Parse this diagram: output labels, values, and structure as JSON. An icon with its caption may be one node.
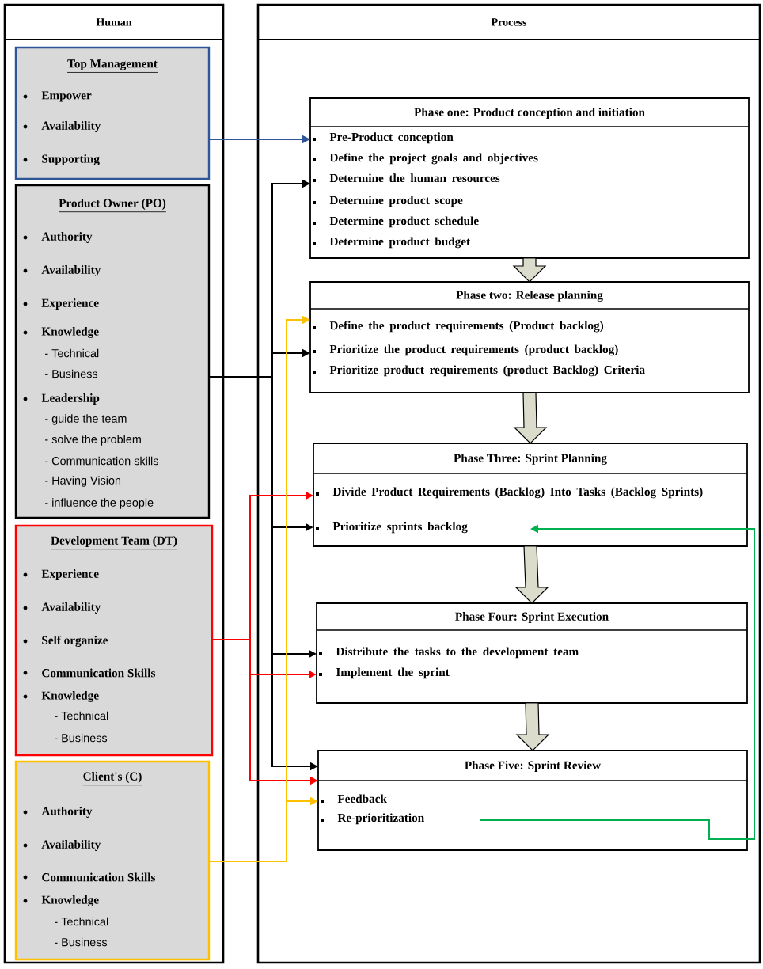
{
  "diagram": {
    "nodes": [
      {
        "text": [
          "Human"
        ]
      },
      {
        "text": [
          "Top Management",
          "Empower",
          "Availability",
          "Supporting"
        ],
        "in": 0
      },
      {
        "text": [
          "Product Owner (PO)",
          "Authority",
          "Availability",
          "Experience",
          "Knowledge",
          "- Technical",
          "- Business",
          "Leadership",
          "- guide the team",
          "- solve the problem",
          "- Communication skills",
          "- Having Vision",
          "- influence the people"
        ],
        "in": 0
      },
      {
        "text": [
          "Development Team  (DT)",
          "Experience",
          "Availability",
          "Self organize",
          "Communication Skills",
          "Knowledge",
          "- Technical",
          "- Business"
        ],
        "in": 0
      },
      {
        "text": [
          "Client's (C)",
          "Authority",
          "Availability",
          "Communication Skills",
          "Knowledge",
          "- Technical",
          "- Business"
        ],
        "in": 0
      },
      {
        "text": [
          "Process"
        ]
      },
      {
        "text": [
          "Phase one: Product conception and initiation",
          "Pre-Product conception",
          "Define the project goals and objectives",
          "Determine the human resources",
          "Determine product scope",
          "Determine product schedule",
          "Determine product budget"
        ],
        "in": 5
      },
      {
        "text": [
          "Phase two: Release planning",
          "Define the product requirements (Product backlog)",
          "Prioritize the product requirements (product backlog)",
          "Prioritize product requirements (product Backlog) Criteria"
        ],
        "in": 5
      },
      {
        "text": [
          "Phase Three:  Sprint Planning",
          "Divide Product Requirements (Backlog) Into Tasks (Backlog Sprints)",
          "Prioritize sprints backlog"
        ],
        "in": 5
      },
      {
        "text": [
          "Phase Four: Sprint Execution",
          "Distribute the tasks to the development team",
          "Implement the sprint"
        ],
        "in": 5
      },
      {
        "text": [
          "Phase Five: Sprint Review",
          "Feedback",
          "Re-prioritization"
        ],
        "in": 5
      }
    ],
    "edges": [
      {
        "from": 1,
        "to": 6,
        "arrow": "to",
        "color": "#2e5597"
      },
      {
        "from": 2,
        "to": 6,
        "arrow": "to"
      },
      {
        "from": 2,
        "to": 7,
        "arrow": "to"
      },
      {
        "from": 2,
        "to": 8,
        "arrow": "to"
      },
      {
        "from": 2,
        "to": 9,
        "arrow": "to"
      },
      {
        "from": 2,
        "to": 10,
        "arrow": "to"
      },
      {
        "from": 3,
        "to": 8,
        "arrow": "to",
        "color": "#ff0000"
      },
      {
        "from": 3,
        "to": 9,
        "arrow": "to",
        "color": "#ff0000"
      },
      {
        "from": 3,
        "to": 10,
        "arrow": "to",
        "color": "#ff0000"
      },
      {
        "from": 4,
        "to": 7,
        "arrow": "to",
        "color": "#ffc000"
      },
      {
        "from": 4,
        "to": 10,
        "arrow": "to",
        "color": "#ffc000"
      },
      {
        "from": 10,
        "to": 8,
        "arrow": "to",
        "color": "#00b050"
      },
      {
        "from": 6,
        "to": 7,
        "arrow": "to",
        "style": "thick"
      },
      {
        "from": 7,
        "to": 8,
        "arrow": "to",
        "style": "thick"
      },
      {
        "from": 8,
        "to": 9,
        "arrow": "to",
        "style": "thick"
      },
      {
        "from": 9,
        "to": 10,
        "arrow": "to",
        "style": "thick"
      }
    ]
  }
}
